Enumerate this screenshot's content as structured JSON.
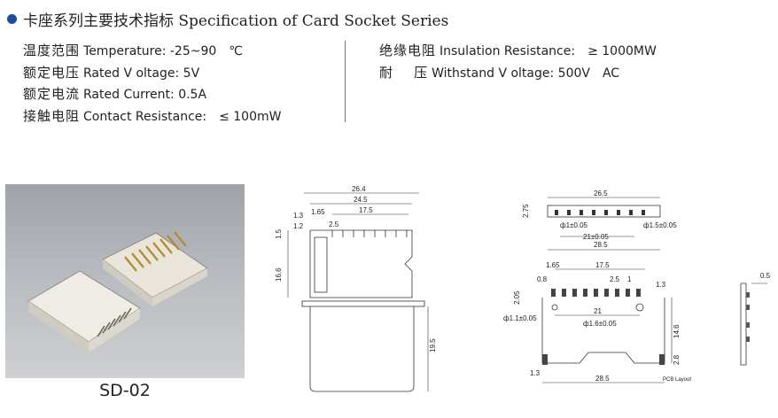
{
  "header": {
    "title": "卡座系列主要技术指标 Specification of Card Socket Series"
  },
  "specs_left": [
    {
      "cn": "温度范围",
      "en": "Temperature: -25~90",
      "value": "℃"
    },
    {
      "cn": "额定电压",
      "en": "Rated V oltage: 5V",
      "value": ""
    },
    {
      "cn": "额定电流",
      "en": "Rated Current: 0.5A",
      "value": ""
    },
    {
      "cn": "接触电阻",
      "en": "Contact Resistance:",
      "value": "≤ 100mW"
    }
  ],
  "specs_right": [
    {
      "cn": "绝缘电阻",
      "en": "Insulation Resistance:",
      "value": "≥ 1000MW"
    },
    {
      "cn": "耐    压",
      "en": "Withstand V oltage: 500V",
      "value": "AC"
    }
  ],
  "photo": {
    "label": "SD-02"
  },
  "drawing1": {
    "dims": [
      "26.4",
      "24.5",
      "17.5",
      "1.65",
      "1.3",
      "1.2",
      "2.5",
      "1.5",
      "16.6",
      "19.5"
    ]
  },
  "drawing2": {
    "dims": [
      "26.5",
      "2.75",
      "ф1±0.05",
      "ф1.5±0.05",
      "21±0.05",
      "28.5"
    ]
  },
  "drawing3": {
    "dims": [
      "1.65",
      "17.5",
      "0.8",
      "2.5",
      "1",
      "1.3",
      "2.05",
      "21",
      "ф1.1±0.05",
      "ф1.6±0.05",
      "14.6",
      "2.8",
      "1.3",
      "28.5"
    ],
    "caption": "PCB Layout"
  },
  "drawing4": {
    "dims": [
      "0.5"
    ]
  }
}
